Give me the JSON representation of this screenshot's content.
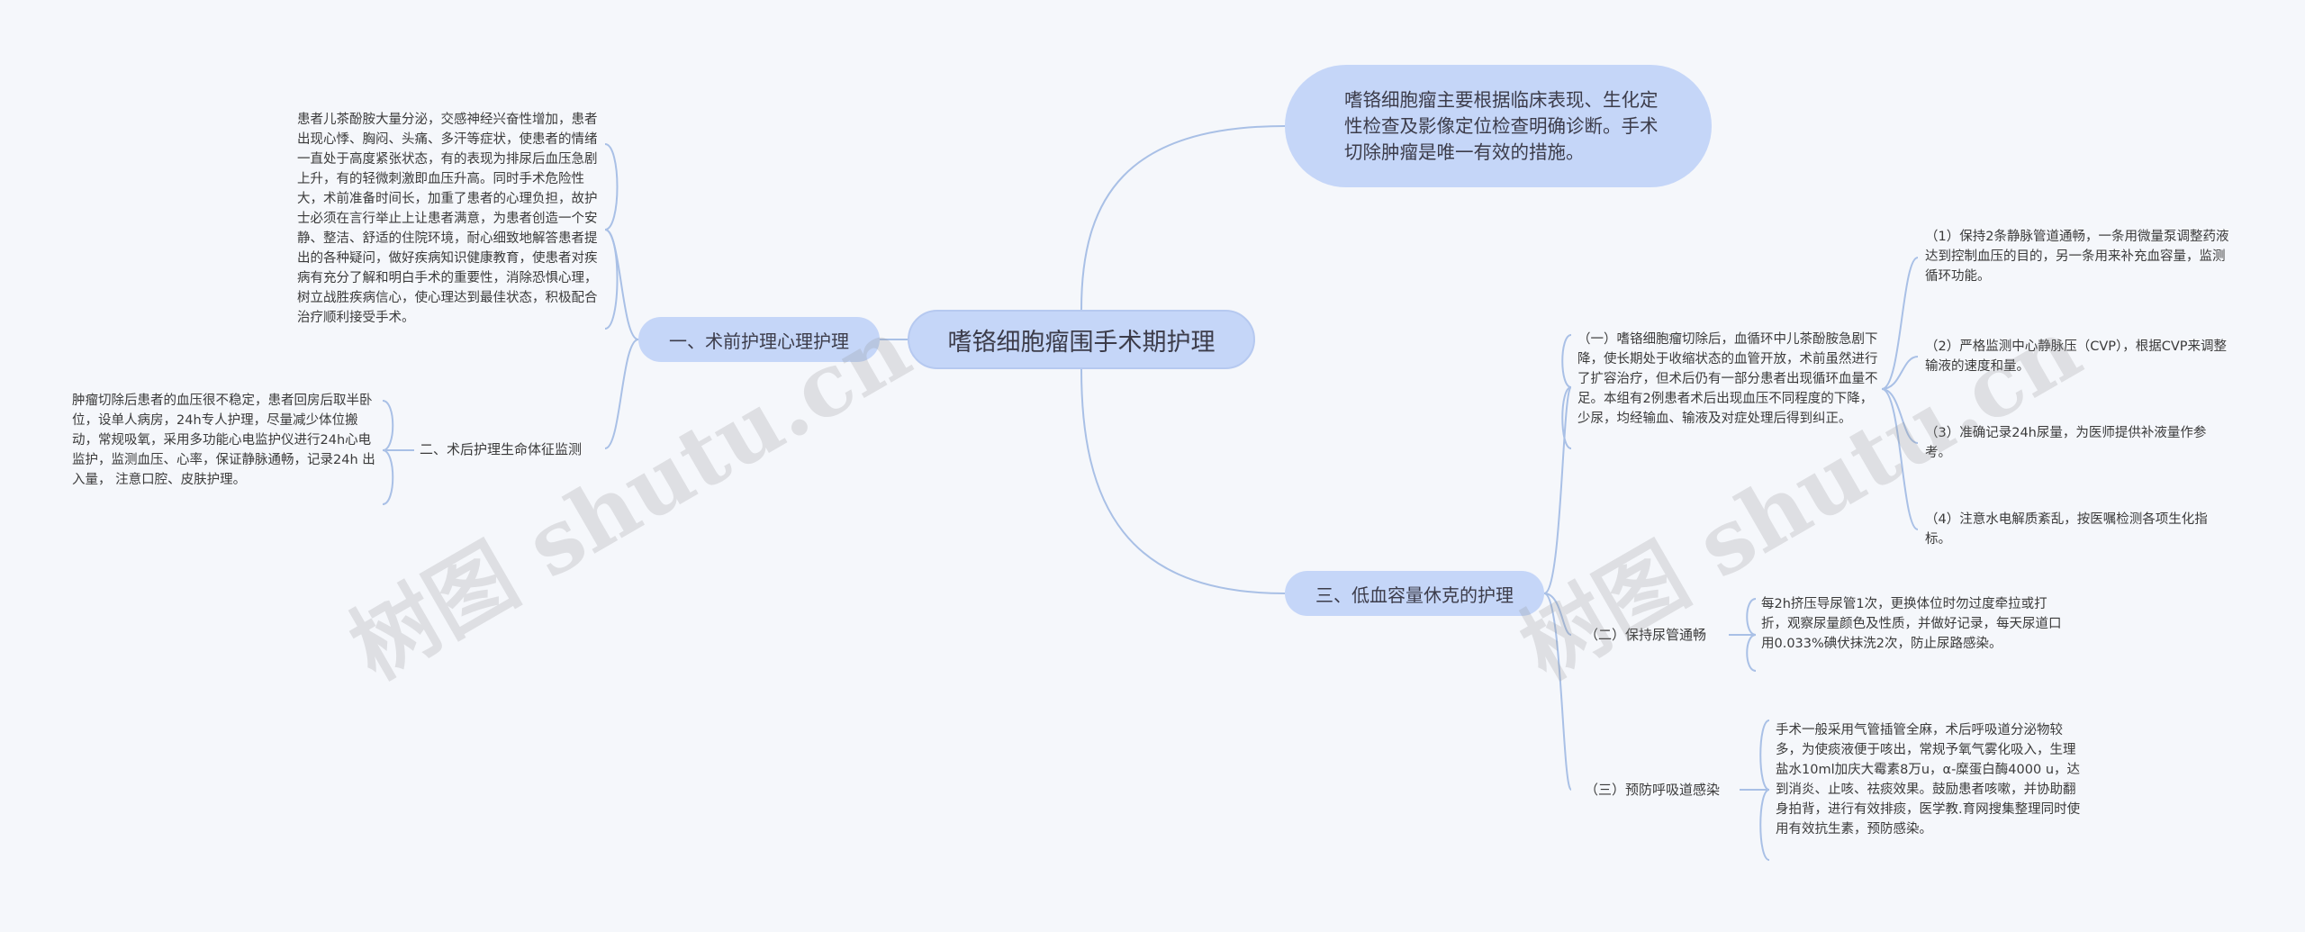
{
  "root": {
    "title": "嗜铬细胞瘤围手术期护理"
  },
  "intro": "嗜铬细胞瘤主要根据临床表现、生化定性检查及影像定位检查明确诊断。手术切除肿瘤是唯一有效的措施。",
  "branch_left": {
    "title": "一、术前护理心理护理",
    "detail": "患者儿茶酚胺大量分泌，交感神经兴奋性增加，患者出现心悸、胸闷、头痛、多汗等症状，使患者的情绪一直处于高度紧张状态，有的表现为排尿后血压急剧上升，有的轻微刺激即血压升高。同时手术危险性大，术前准备时间长，加重了患者的心理负担，故护士必须在言行举止上让患者满意，为患者创造一个安静、整洁、舒适的住院环境，耐心细致地解答患者提出的各种疑问，做好疾病知识健康教育，使患者对疾病有充分了解和明白手术的重要性，消除恐惧心理，树立战胜疾病信心，使心理达到最佳状态，积极配合治疗顺利接受手术。",
    "sub": {
      "title": "二、术后护理生命体征监测",
      "detail": "肿瘤切除后患者的血压很不稳定，患者回房后取半卧位，设单人病房，24h专人护理，尽量减少体位搬动，常规吸氧，采用多功能心电监护仪进行24h心电监护，监测血压、心率，保证静脉通畅，记录24h 出入量， 注意口腔、皮肤护理。"
    }
  },
  "branch_right": {
    "title": "三、低血容量休克的护理",
    "item1": {
      "detail": "（一）嗜铬细胞瘤切除后，血循环中儿茶酚胺急剧下降，使长期处于收缩状态的血管开放，术前虽然进行了扩容治疗，但术后仍有一部分患者出现循环血量不足。本组有2例患者术后出现血压不同程度的下降，少尿，均经输血、输液及对症处理后得到纠正。",
      "steps": [
        "（1）保持2条静脉管道通畅，一条用微量泵调整药液达到控制血压的目的，另一条用来补充血容量，监测循环功能。",
        "（2）严格监测中心静脉压（CVP），根据CVP来调整输液的速度和量。",
        "（3）准确记录24h尿量，为医师提供补液量作参考。",
        "（4）注意水电解质紊乱，按医嘱检测各项生化指标。"
      ]
    },
    "item2": {
      "title": "（二）保持尿管通畅",
      "detail": "每2h挤压导尿管1次，更换体位时勿过度牵拉或打折，观察尿量颜色及性质，并做好记录，每天尿道口用0.033%碘伏抹洗2次，防止尿路感染。"
    },
    "item3": {
      "title": "（三）预防呼吸道感染",
      "detail": "手术一般采用气管插管全麻，术后呼吸道分泌物较多，为使痰液便于咳出，常规予氧气雾化吸入，生理盐水10ml加庆大霉素8万u，α-糜蛋白酶4000 u，达到消炎、止咳、祛痰效果。鼓励患者咳嗽，并协助翻身拍背，进行有效排痰，医学教.育网搜集整理同时使用有效抗生素，预防感染。"
    }
  },
  "watermark": "树图 shutu.cn"
}
